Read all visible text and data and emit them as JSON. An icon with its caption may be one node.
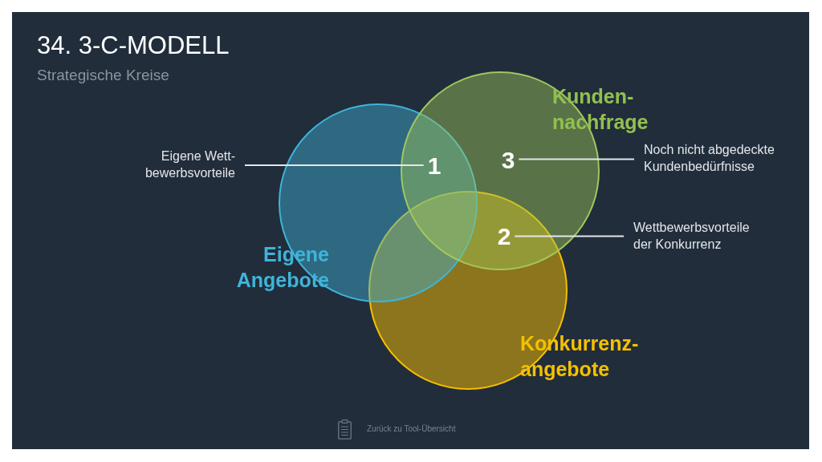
{
  "diagram": {
    "title": "34. 3-C-MODELL",
    "nodes": [
      {
        "text": [
          "Eigene Angebote"
        ]
      },
      {
        "text": [
          "Kunden- nachfrage"
        ]
      },
      {
        "text": [
          "Konkurrenz- angebote"
        ]
      },
      {
        "text": [
          "Eigene Wett- bewerbsvorteile"
        ]
      },
      {
        "text": [
          "1"
        ]
      },
      {
        "text": [
          "3"
        ],
        "in": 1
      },
      {
        "text": [
          "Noch nicht abgedeckte Kundenbedürfnisse"
        ]
      },
      {
        "text": [
          "2"
        ]
      },
      {
        "text": [
          "Wettbewerbsvorteile der Konkurrenz"
        ]
      }
    ],
    "edges": [
      {
        "from": 3,
        "to": 4,
        "arrow": "none"
      },
      {
        "from": 6,
        "to": 5,
        "arrow": "none"
      },
      {
        "from": 8,
        "to": 7,
        "arrow": "none"
      }
    ],
    "labels": [
      "Strategische Kreise",
      "Zurück zu Tool-Übersicht"
    ]
  }
}
